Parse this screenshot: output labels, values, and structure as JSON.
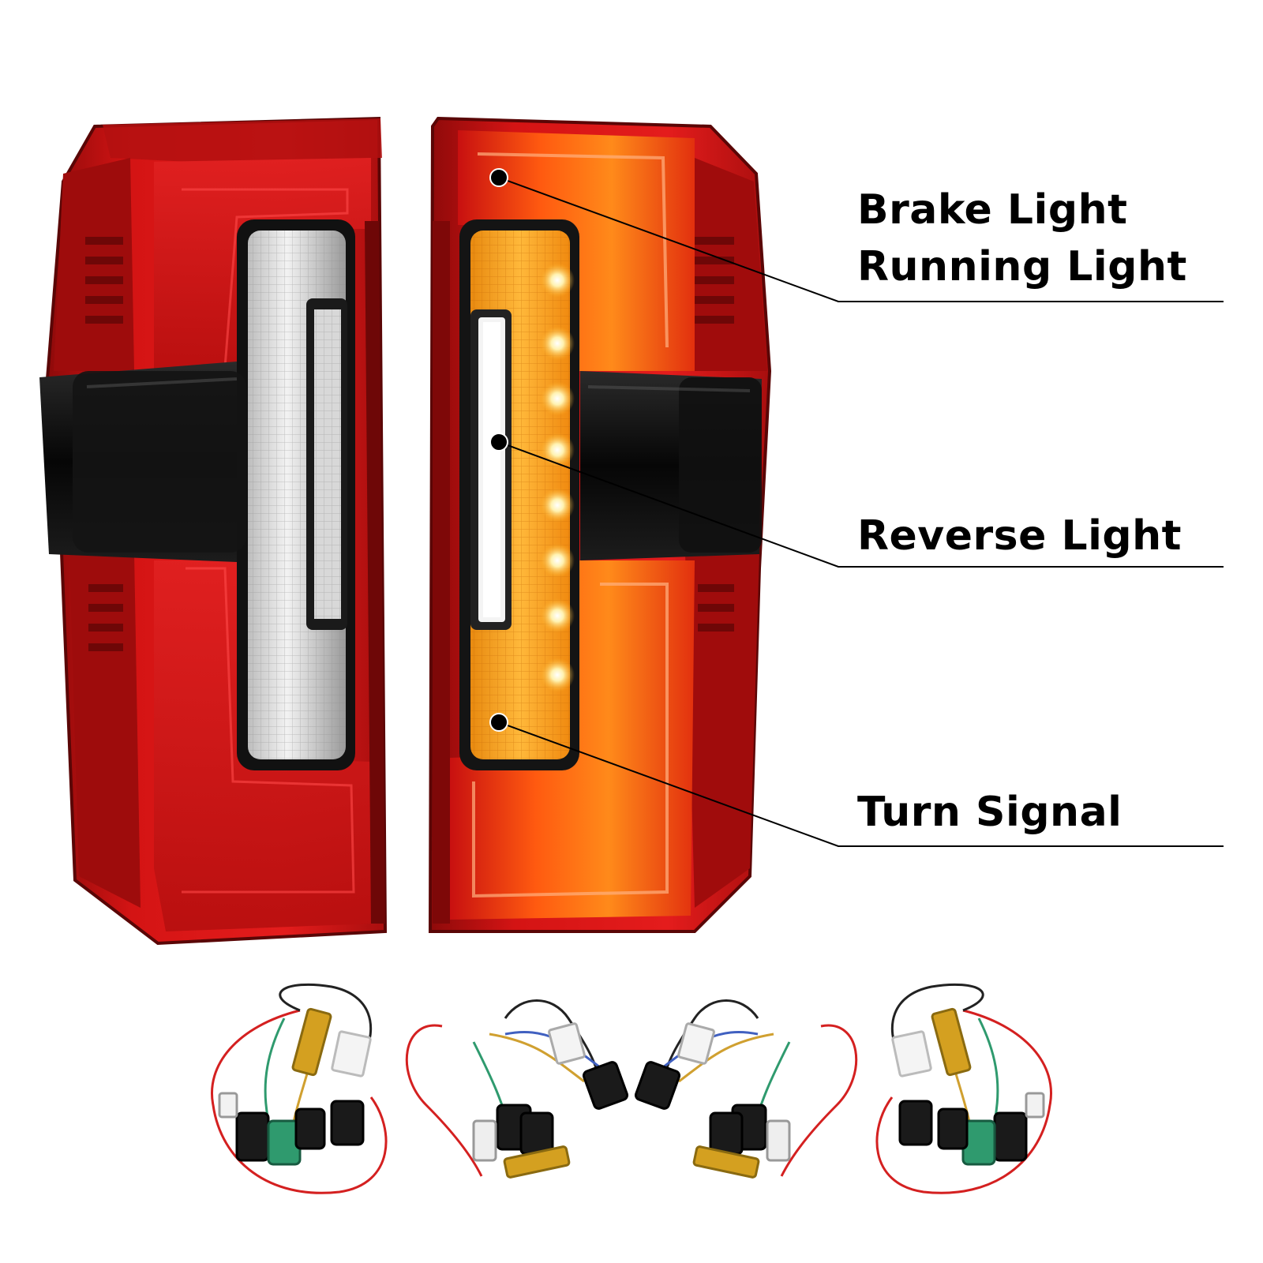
{
  "callouts": {
    "brake_light": "Brake Light",
    "running_light": "Running Light",
    "reverse_light": "Reverse Light",
    "turn_signal": "Turn Signal"
  },
  "colors": {
    "lens_red": "#d41414",
    "lens_dark_red": "#8e0a0a",
    "lit_orange": "#ff7a10",
    "amber_led": "#ffb020",
    "reverse_white": "#f4f4f4",
    "black_housing": "#0c0c0c",
    "callout_text": "#000000",
    "wire_red": "#d42020",
    "resistor_gold": "#d4a020",
    "connector_green": "#2f9a6e"
  },
  "images": {
    "left_tail_light": "tail-light-unlit",
    "right_tail_light": "tail-light-illuminated",
    "harnesses": [
      "wiring-harness-1",
      "wiring-harness-2",
      "wiring-harness-3",
      "wiring-harness-4"
    ]
  }
}
